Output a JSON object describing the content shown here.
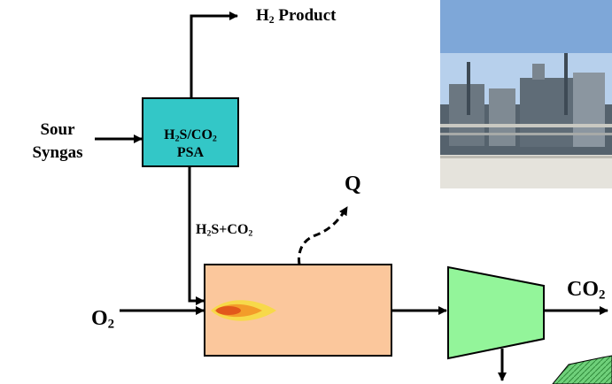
{
  "labels": {
    "h2_product": {
      "main": "H",
      "sub": "2",
      "rest": " Product"
    },
    "sour_syngas": {
      "line1": "Sour",
      "line2": "Syngas"
    },
    "psa": {
      "line1_a": "H",
      "line1_s1": "2",
      "line1_b": "S/CO",
      "line1_s2": "2",
      "line2": "PSA"
    },
    "q": "Q",
    "h2s_co2": {
      "a": "H",
      "s1": "2",
      "b": "S+CO",
      "s2": "2"
    },
    "o2": {
      "main": "O",
      "sub": "2"
    },
    "co2_out": {
      "main": "CO",
      "sub": "2"
    }
  },
  "colors": {
    "psa_box": "#33c7c7",
    "combustor": "#fbc79c",
    "turbine": "#93f59a",
    "flame_outer": "#f2c12e",
    "flame_inner": "#e2581b",
    "photo_sky": "#7ea7d8"
  },
  "icons": [
    "flame-icon",
    "plant-photo"
  ]
}
